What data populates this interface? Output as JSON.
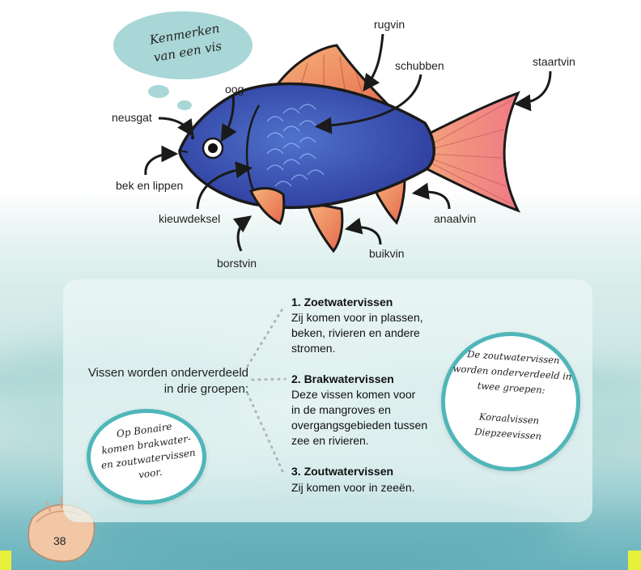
{
  "thought_bubble": {
    "line1": "Kenmerken",
    "line2": "van een vis"
  },
  "fish_labels": {
    "rugvin": "rugvin",
    "schubben": "schubben",
    "staartvin": "staartvin",
    "oog": "oog",
    "neusgat": "neusgat",
    "bek": "bek en lippen",
    "kieuwdeksel": "kieuwdeksel",
    "anaalvin": "anaalvin",
    "buikvin": "buikvin",
    "borstvin": "borstvin"
  },
  "intro": {
    "line1": "Vissen worden onderverdeeld",
    "line2": "in drie groepen:"
  },
  "groups": [
    {
      "title": "1. Zoetwatervissen",
      "lines": [
        "Zij komen voor in plassen,",
        "beken, rivieren en andere",
        "stromen."
      ]
    },
    {
      "title": "2. Brakwatervissen",
      "lines": [
        "Deze vissen komen voor",
        "in de mangroves en",
        "overgangsgebieden tussen",
        "zee en rivieren."
      ]
    },
    {
      "title": "3. Zoutwatervissen",
      "lines": [
        "Zij komen voor in zeeën."
      ]
    }
  ],
  "bubble_left": {
    "lines": [
      "Op Bonaire",
      "komen brakwater-",
      "en zoutwatervissen",
      "voor."
    ]
  },
  "bubble_right": {
    "lines": [
      "De zoutwatervissen",
      "worden onderverdeeld in",
      "twee groepen:",
      "",
      "Koraalvissen",
      "Diepzeevissen"
    ]
  },
  "page_number": "38",
  "colors": {
    "fish_body": "#3d57b8",
    "fins": "#f08a5a",
    "bubble_border": "#4fb6b9",
    "thought_bubble": "#a9d6d6"
  }
}
